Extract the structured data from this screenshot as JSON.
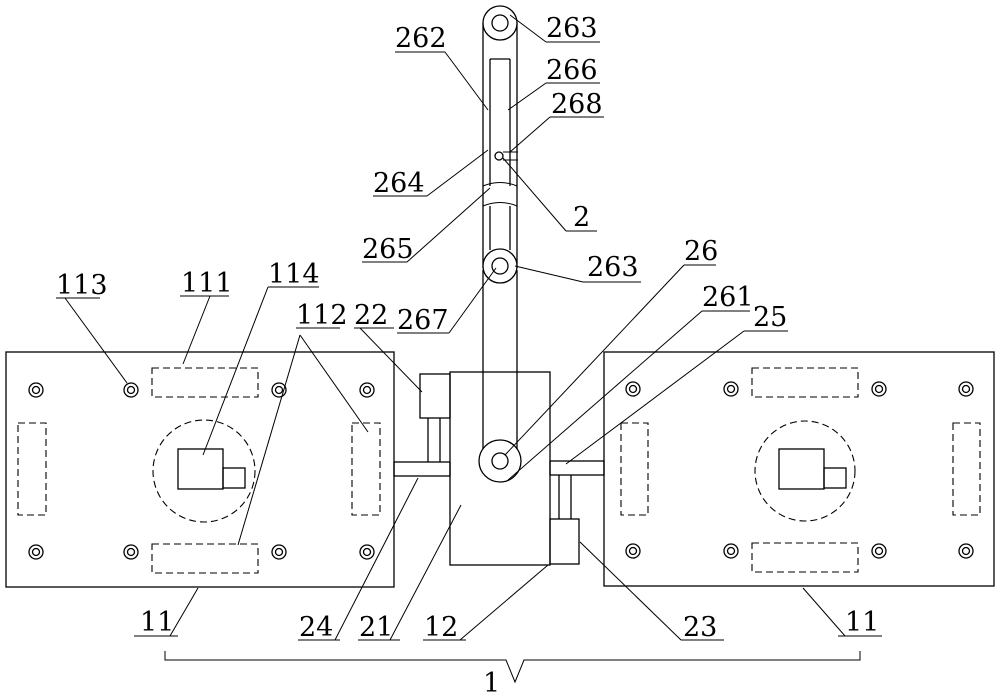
{
  "labels": {
    "l263_top": "263",
    "l262": "262",
    "l266": "266",
    "l268": "268",
    "l264": "264",
    "l2": "2",
    "l265": "265",
    "l263_mid": "263",
    "l26": "26",
    "l261": "261",
    "l25": "25",
    "l113": "113",
    "l111": "111",
    "l114": "114",
    "l112": "112",
    "l22": "22",
    "l267": "267",
    "l11_left": "11",
    "l24": "24",
    "l21": "21",
    "l12": "12",
    "l23": "23",
    "l11_right": "11",
    "l1": "1"
  },
  "colors": {
    "line": "#000000",
    "background": "#ffffff"
  }
}
